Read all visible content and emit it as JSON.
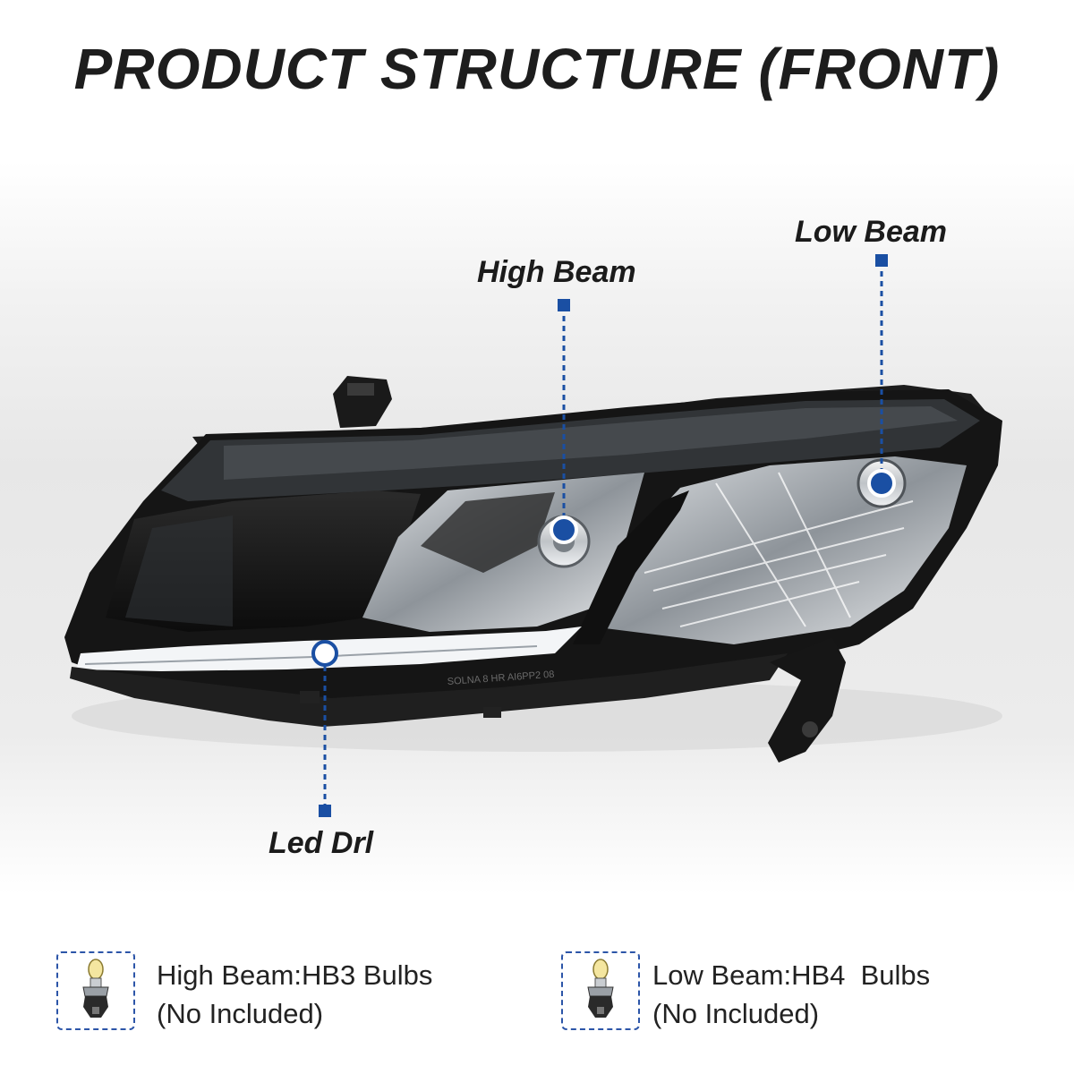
{
  "title": "PRODUCT STRUCTURE (FRONT)",
  "callouts": {
    "high_beam": "High Beam",
    "low_beam": "Low Beam",
    "led_drl": "Led Drl"
  },
  "lens_marking": "SOLNA 8 HR AI6PP2 08",
  "bulbs": {
    "high": {
      "label": "High Beam:HB3 Bulbs",
      "note": "(No Included)",
      "icon": "bulb-icon"
    },
    "low": {
      "label": "Low Beam:HB4  Bulbs",
      "note": "(No Included)",
      "icon": "bulb-icon"
    }
  },
  "colors": {
    "accent": "#1a4fa3",
    "title": "#1d1d1d",
    "housing": "#141414"
  }
}
